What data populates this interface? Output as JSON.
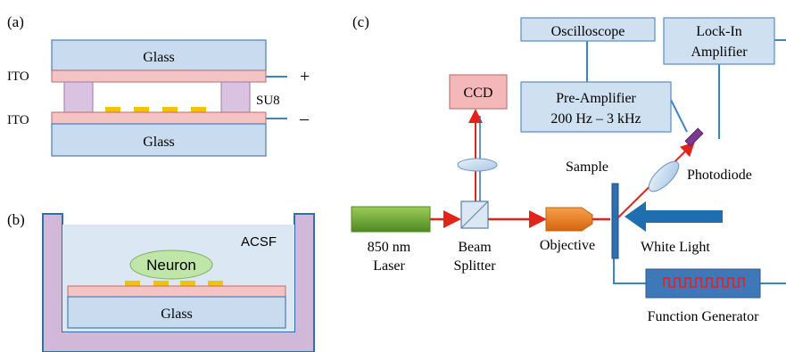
{
  "panel_a": {
    "label": "(a)",
    "glass_top": "Glass",
    "glass_bottom": "Glass",
    "ito_top": "ITO",
    "ito_bottom": "ITO",
    "su8": "SU8",
    "plus": "+",
    "minus": "–"
  },
  "panel_b": {
    "label": "(b)",
    "acsf": "ACSF",
    "neuron": "Neuron",
    "glass": "Glass"
  },
  "panel_c": {
    "label": "(c)",
    "oscilloscope": "Oscilloscope",
    "lockin_line1": "Lock-In",
    "lockin_line2": "Amplifier",
    "ccd": "CCD",
    "preamp_line1": "Pre-Amplifier",
    "preamp_line2": "200 Hz – 3 kHz",
    "sample": "Sample",
    "photodiode": "Photodiode",
    "laser_line1": "850 nm",
    "laser_line2": "Laser",
    "beam_line1": "Beam",
    "beam_line2": "Splitter",
    "objective": "Objective",
    "white_light": "White Light",
    "function_generator": "Function Generator"
  },
  "colors": {
    "glass_fill": "#c9dcef",
    "glass_stroke": "#4a7db5",
    "ito_fill": "#f4c4c4",
    "ito_stroke": "#c06a6a",
    "su8_fill": "#d9c3e0",
    "electrode": "#f2c400",
    "acsf_fill": "#dbe8f3",
    "dish_fill": "#d2b8d8",
    "laser_green": "#6aa832",
    "beam_red": "#e2231a",
    "instrument_fill": "#cfe0f1",
    "instrument_stroke": "#5b8ec4",
    "ccd_fill": "#f4b8b8",
    "objective_orange": "#f07d1a",
    "arrow_blue": "#1f6fb0",
    "fg_fill": "#3f78b8",
    "fg_signal": "#e0242a",
    "photodiode": "#7b3a8e",
    "wire": "#3a86c2"
  }
}
